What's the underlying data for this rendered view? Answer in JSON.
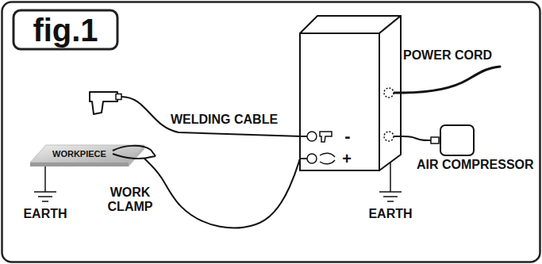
{
  "diagram": {
    "title": "fig.1",
    "nodes": [
      {
        "text": [
          "-",
          "+"
        ]
      },
      {
        "text": [
          "AIR COMPRESSOR"
        ]
      },
      {
        "text": [
          "WORKPIECE"
        ]
      }
    ],
    "edges": [
      {
        "from": 0,
        "to": 1,
        "arrow": "none"
      },
      {
        "from": 2,
        "to": 0,
        "arrow": "none"
      }
    ],
    "labels": [
      "POWER CORD",
      "WELDING CABLE",
      "WORK CLAMP",
      "EARTH",
      "EARTH"
    ]
  }
}
